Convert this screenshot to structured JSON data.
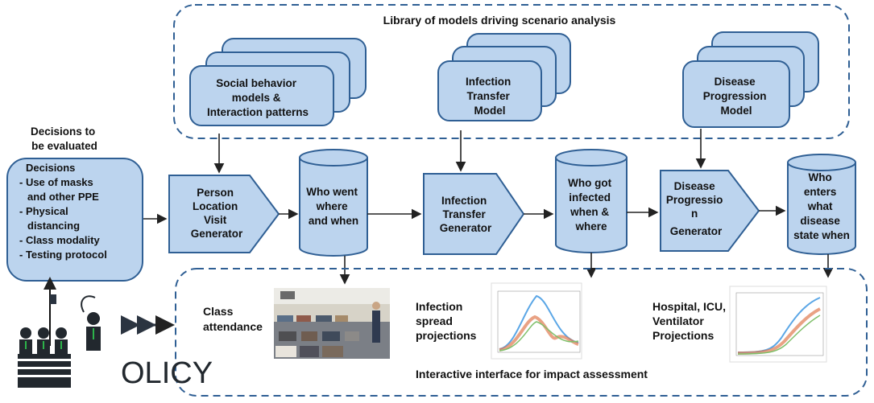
{
  "library": {
    "title": "Library of models driving scenario analysis"
  },
  "models": {
    "social": [
      "Social behavior",
      "models &",
      "Interaction patterns"
    ],
    "infection": [
      "Infection",
      "Transfer",
      "Model"
    ],
    "disease": [
      "Disease",
      "Progression",
      "Model"
    ]
  },
  "decisions": {
    "heading": [
      "Decisions to",
      "be evaluated"
    ],
    "title": "Decisions",
    "items": [
      "- Use of masks",
      "and other PPE",
      "- Physical",
      "distancing",
      "- Class modality",
      "- Testing protocol"
    ]
  },
  "generators": {
    "person": [
      "Person",
      "Location",
      "Visit",
      "Generator"
    ],
    "infection": [
      "Infection",
      "Transfer",
      "Generator"
    ],
    "disease": [
      "Disease",
      "Progressio",
      "n",
      "Generator"
    ]
  },
  "datastores": {
    "went": [
      "Who went",
      "where",
      "and when"
    ],
    "infected": [
      "Who got",
      "infected",
      "when &",
      "where"
    ],
    "enters": [
      "Who",
      "enters",
      "what",
      "disease",
      "state when"
    ]
  },
  "outputs": {
    "class": [
      "Class",
      "attendance"
    ],
    "spread": [
      "Infection",
      "spread",
      "projections"
    ],
    "hospital": [
      "Hospital, ICU,",
      "Ventilator",
      "Projections"
    ]
  },
  "interface": {
    "title": "Interactive interface for impact assessment"
  },
  "policy": {
    "text": "OLICY"
  },
  "colors": {
    "box_fill": "#bcd4ee",
    "box_stroke": "#2f5f94",
    "dash": "#2f5f94"
  }
}
